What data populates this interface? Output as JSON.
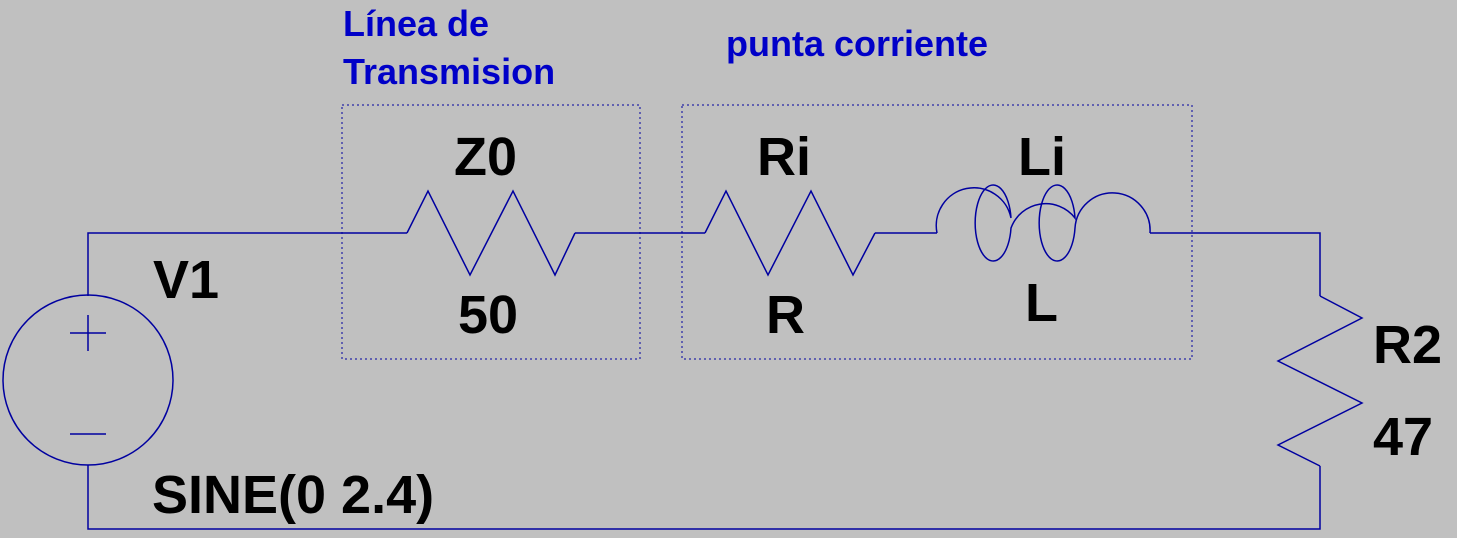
{
  "colors": {
    "background": "#c0c0c0",
    "wire": "#0000a0",
    "component_label": "#000000",
    "annotation": "#0000c8",
    "box_border": "#0000a0"
  },
  "annotations": {
    "linea_line1": "Línea de",
    "linea_line2": "Transmision",
    "punta": "punta corriente"
  },
  "components": {
    "v1": {
      "name": "V1",
      "value": "SINE(0 2.4)",
      "icon": "sine-voltage-source-icon"
    },
    "z0": {
      "name": "Z0",
      "value": "50",
      "icon": "resistor-icon"
    },
    "ri": {
      "name": "Ri",
      "value": "R",
      "icon": "resistor-icon"
    },
    "li": {
      "name": "Li",
      "value": "L",
      "icon": "inductor-icon"
    },
    "r2": {
      "name": "R2",
      "value": "47",
      "icon": "resistor-icon"
    }
  }
}
